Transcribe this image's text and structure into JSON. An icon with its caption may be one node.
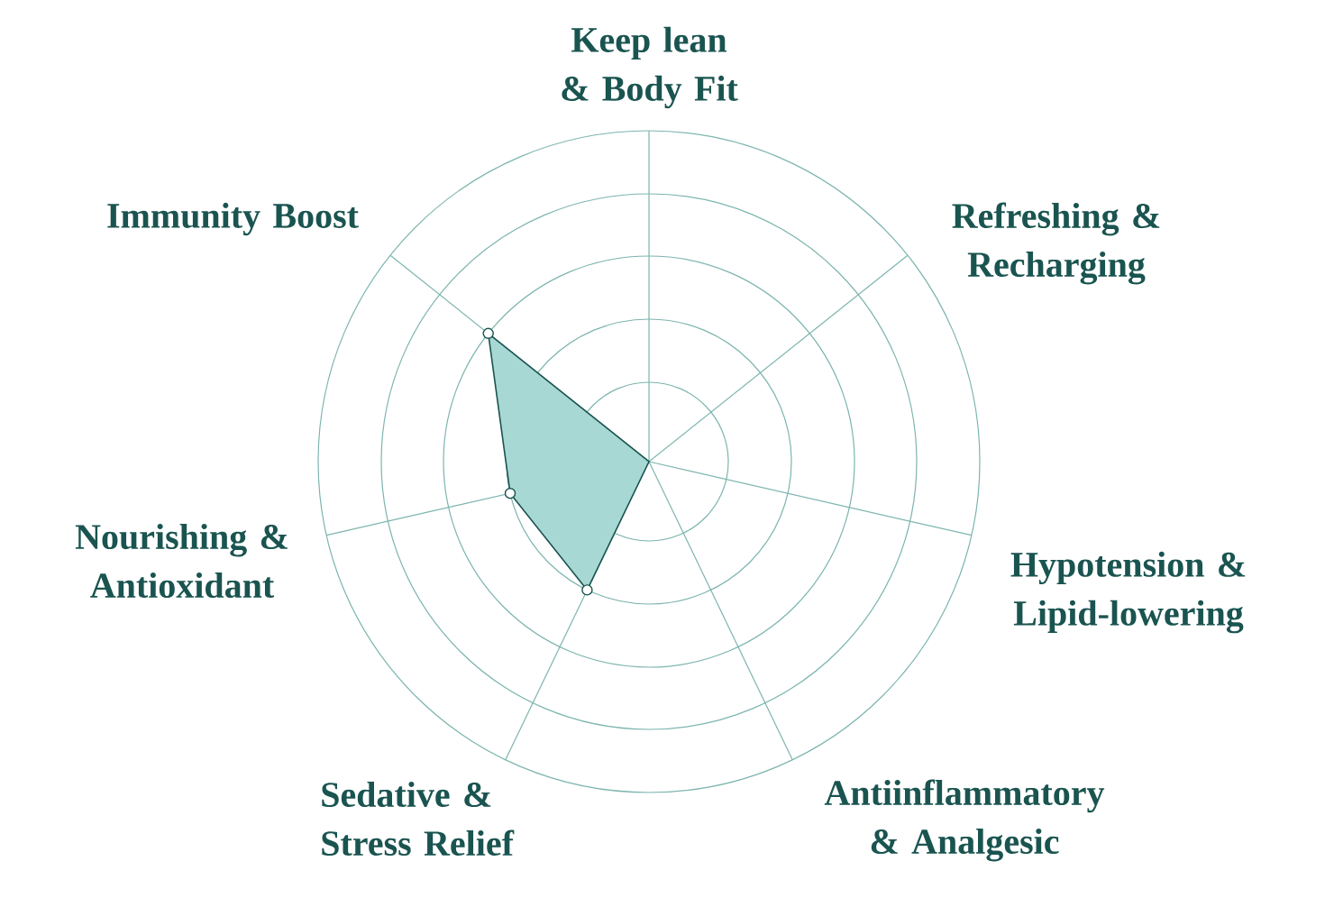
{
  "diagram": {
    "labels": [
      "Keep lean & Body Fit",
      "Immunity Boost",
      "Refreshing & Recharging",
      "Nourishing & Antioxidant",
      "Hypotension & Lipid-lowering",
      "Sedative & Stress Relief",
      "Antiinflammatory & Analgesic"
    ]
  }
}
